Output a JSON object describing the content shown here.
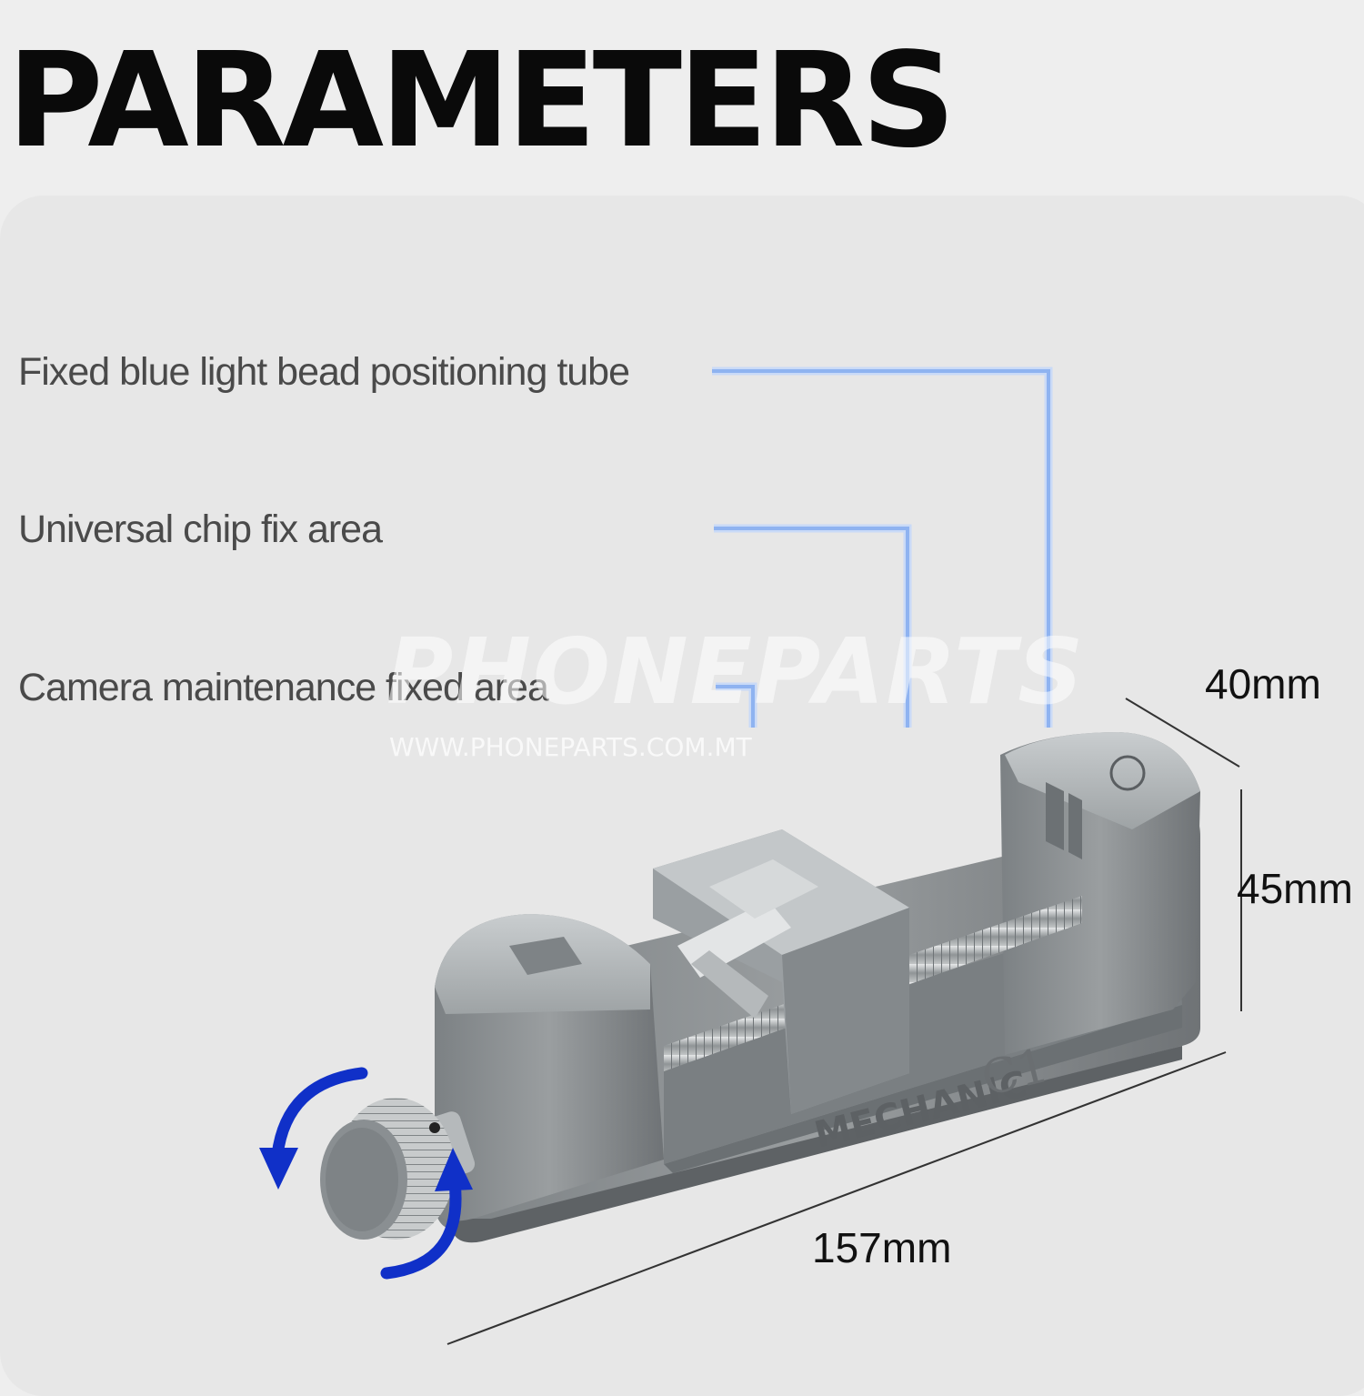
{
  "title": "PARAMETERS",
  "callouts": [
    "Fixed blue light bead positioning tube",
    "Universal chip fix area",
    "Camera maintenance fixed area"
  ],
  "dimensions": {
    "depth": "40mm",
    "height": "45mm",
    "length": "157mm"
  },
  "product": {
    "brand": "MECHANIC",
    "model": "C1"
  },
  "watermark": {
    "logo": "PHONEPARTS",
    "url": "WWW.PHONEPARTS.COM.MT"
  },
  "colors": {
    "leader_line": "#8fb3f0",
    "arrow": "#1030c8",
    "metal": "#8a8e90"
  },
  "icons": [
    "rotate-arrow-icon"
  ]
}
